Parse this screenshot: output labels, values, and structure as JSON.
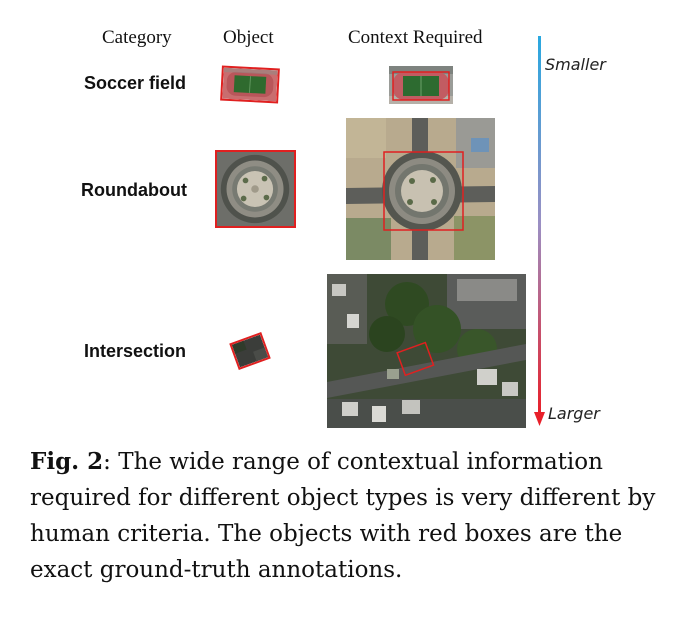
{
  "figure": {
    "headers": {
      "category": "Category",
      "object": "Object",
      "context": "Context Required"
    },
    "rows": [
      {
        "category": "Soccer field"
      },
      {
        "category": "Roundabout"
      },
      {
        "category": "Intersection"
      }
    ],
    "scale_arrow": {
      "top_label": "Smaller",
      "bottom_label": "Larger",
      "colors": [
        "#29a8e0",
        "#e8202a"
      ]
    },
    "box_color": "#e02020"
  },
  "caption": {
    "label": "Fig. 2",
    "text": ": The wide range of contextual information required for different object types is very different by human criteria. The objects with red boxes are the exact ground-truth annotations."
  }
}
